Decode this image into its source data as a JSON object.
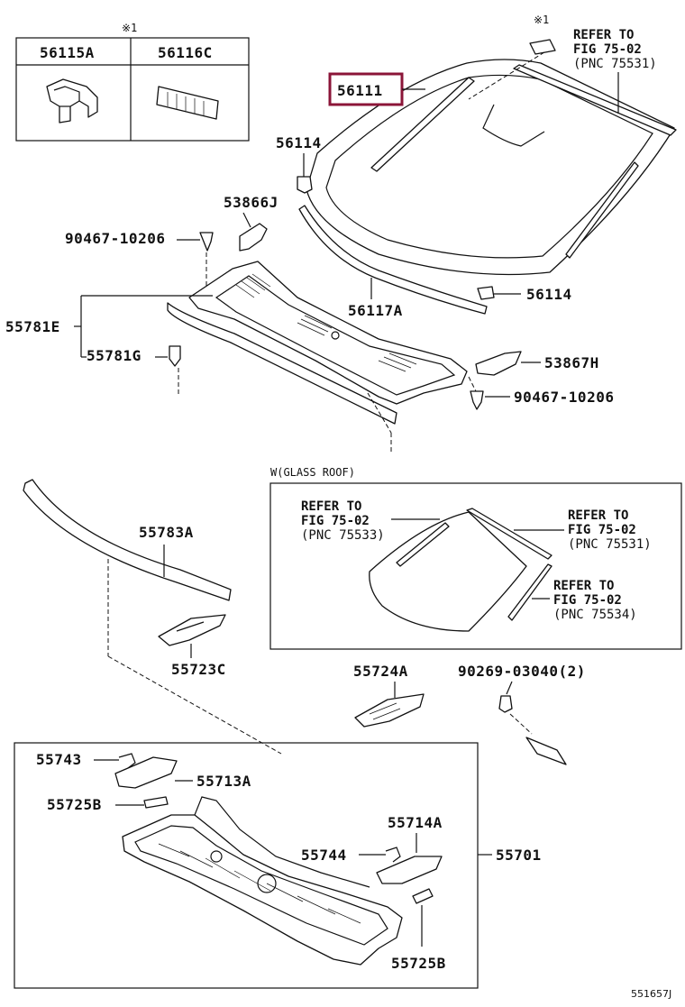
{
  "diagram_id": "551657J",
  "highlighted_part": "56111",
  "highlight_color": "#8b1538",
  "note_mark": "※1",
  "inset_parts": [
    "56115A",
    "56116C"
  ],
  "parts": {
    "p56111": "56111",
    "p56114_top": "56114",
    "p56114_bottom": "56114",
    "p53866J": "53866J",
    "p90467_left": "90467-10206",
    "p90467_right": "90467-10206",
    "p56117A": "56117A",
    "p55781E": "55781E",
    "p55781G": "55781G",
    "p53867H": "53867H",
    "p55783A": "55783A",
    "p55723C": "55723C",
    "p55724A": "55724A",
    "p90269": "90269-03040(2)",
    "p55743": "55743",
    "p55713A": "55713A",
    "p55725B_left": "55725B",
    "p55714A": "55714A",
    "p55744": "55744",
    "p55701": "55701",
    "p55725B_bottom": "55725B"
  },
  "refs": {
    "top_right": {
      "l1": "REFER TO",
      "l2": "FIG 75-02",
      "l3": "(PNC 75531)"
    },
    "glass_roof_title": "W(GLASS ROOF)",
    "gr_left": {
      "l1": "REFER TO",
      "l2": "FIG 75-02",
      "l3": "(PNC 75533)"
    },
    "gr_right_top": {
      "l1": "REFER TO",
      "l2": "FIG 75-02",
      "l3": "(PNC 75531)"
    },
    "gr_right_bottom": {
      "l1": "REFER TO",
      "l2": "FIG 75-02",
      "l3": "(PNC 75534)"
    }
  }
}
